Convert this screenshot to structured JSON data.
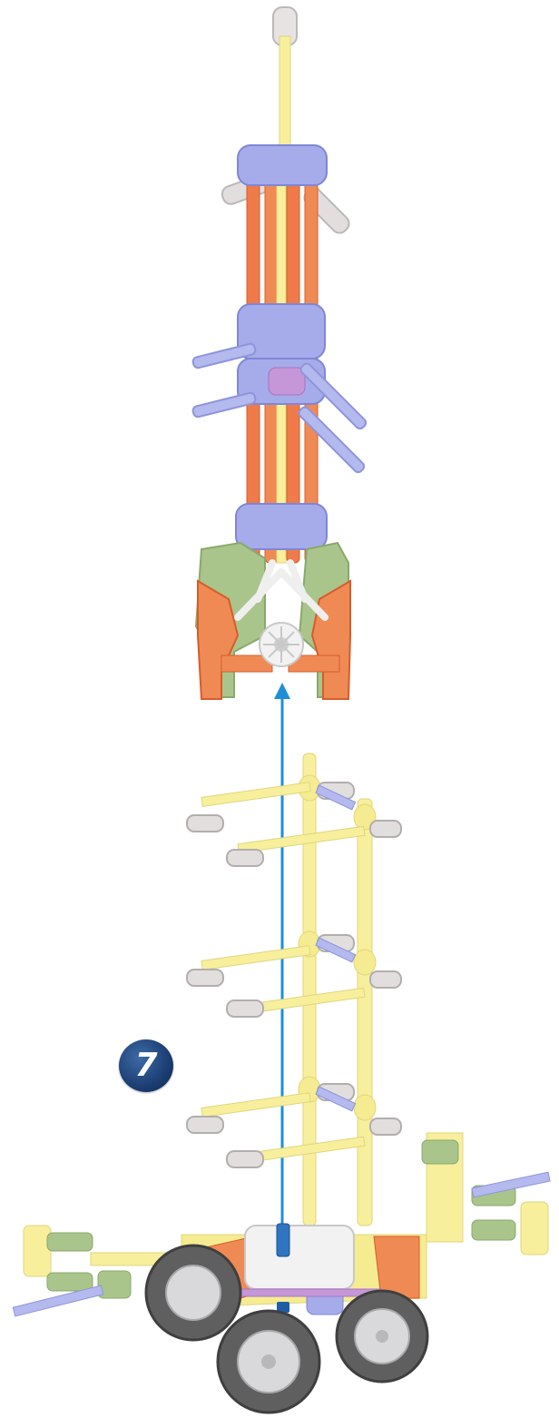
{
  "step": {
    "number": "7"
  },
  "colors": {
    "rod_yellow": "#f7ef9c",
    "rod_orange": "#ef7b4b",
    "rod_blue": "#9aa2e6",
    "rod_grey": "#d8d4d4",
    "connector_green": "#9cbb7a",
    "connector_blue": "#8f96e0",
    "arrow_blue": "#1e8fd6",
    "tire": "#5f5f5f",
    "hub": "#d9d9dc"
  },
  "icons": [
    "rocket-model",
    "launcher-trailer-model",
    "insert-arrow-icon"
  ]
}
